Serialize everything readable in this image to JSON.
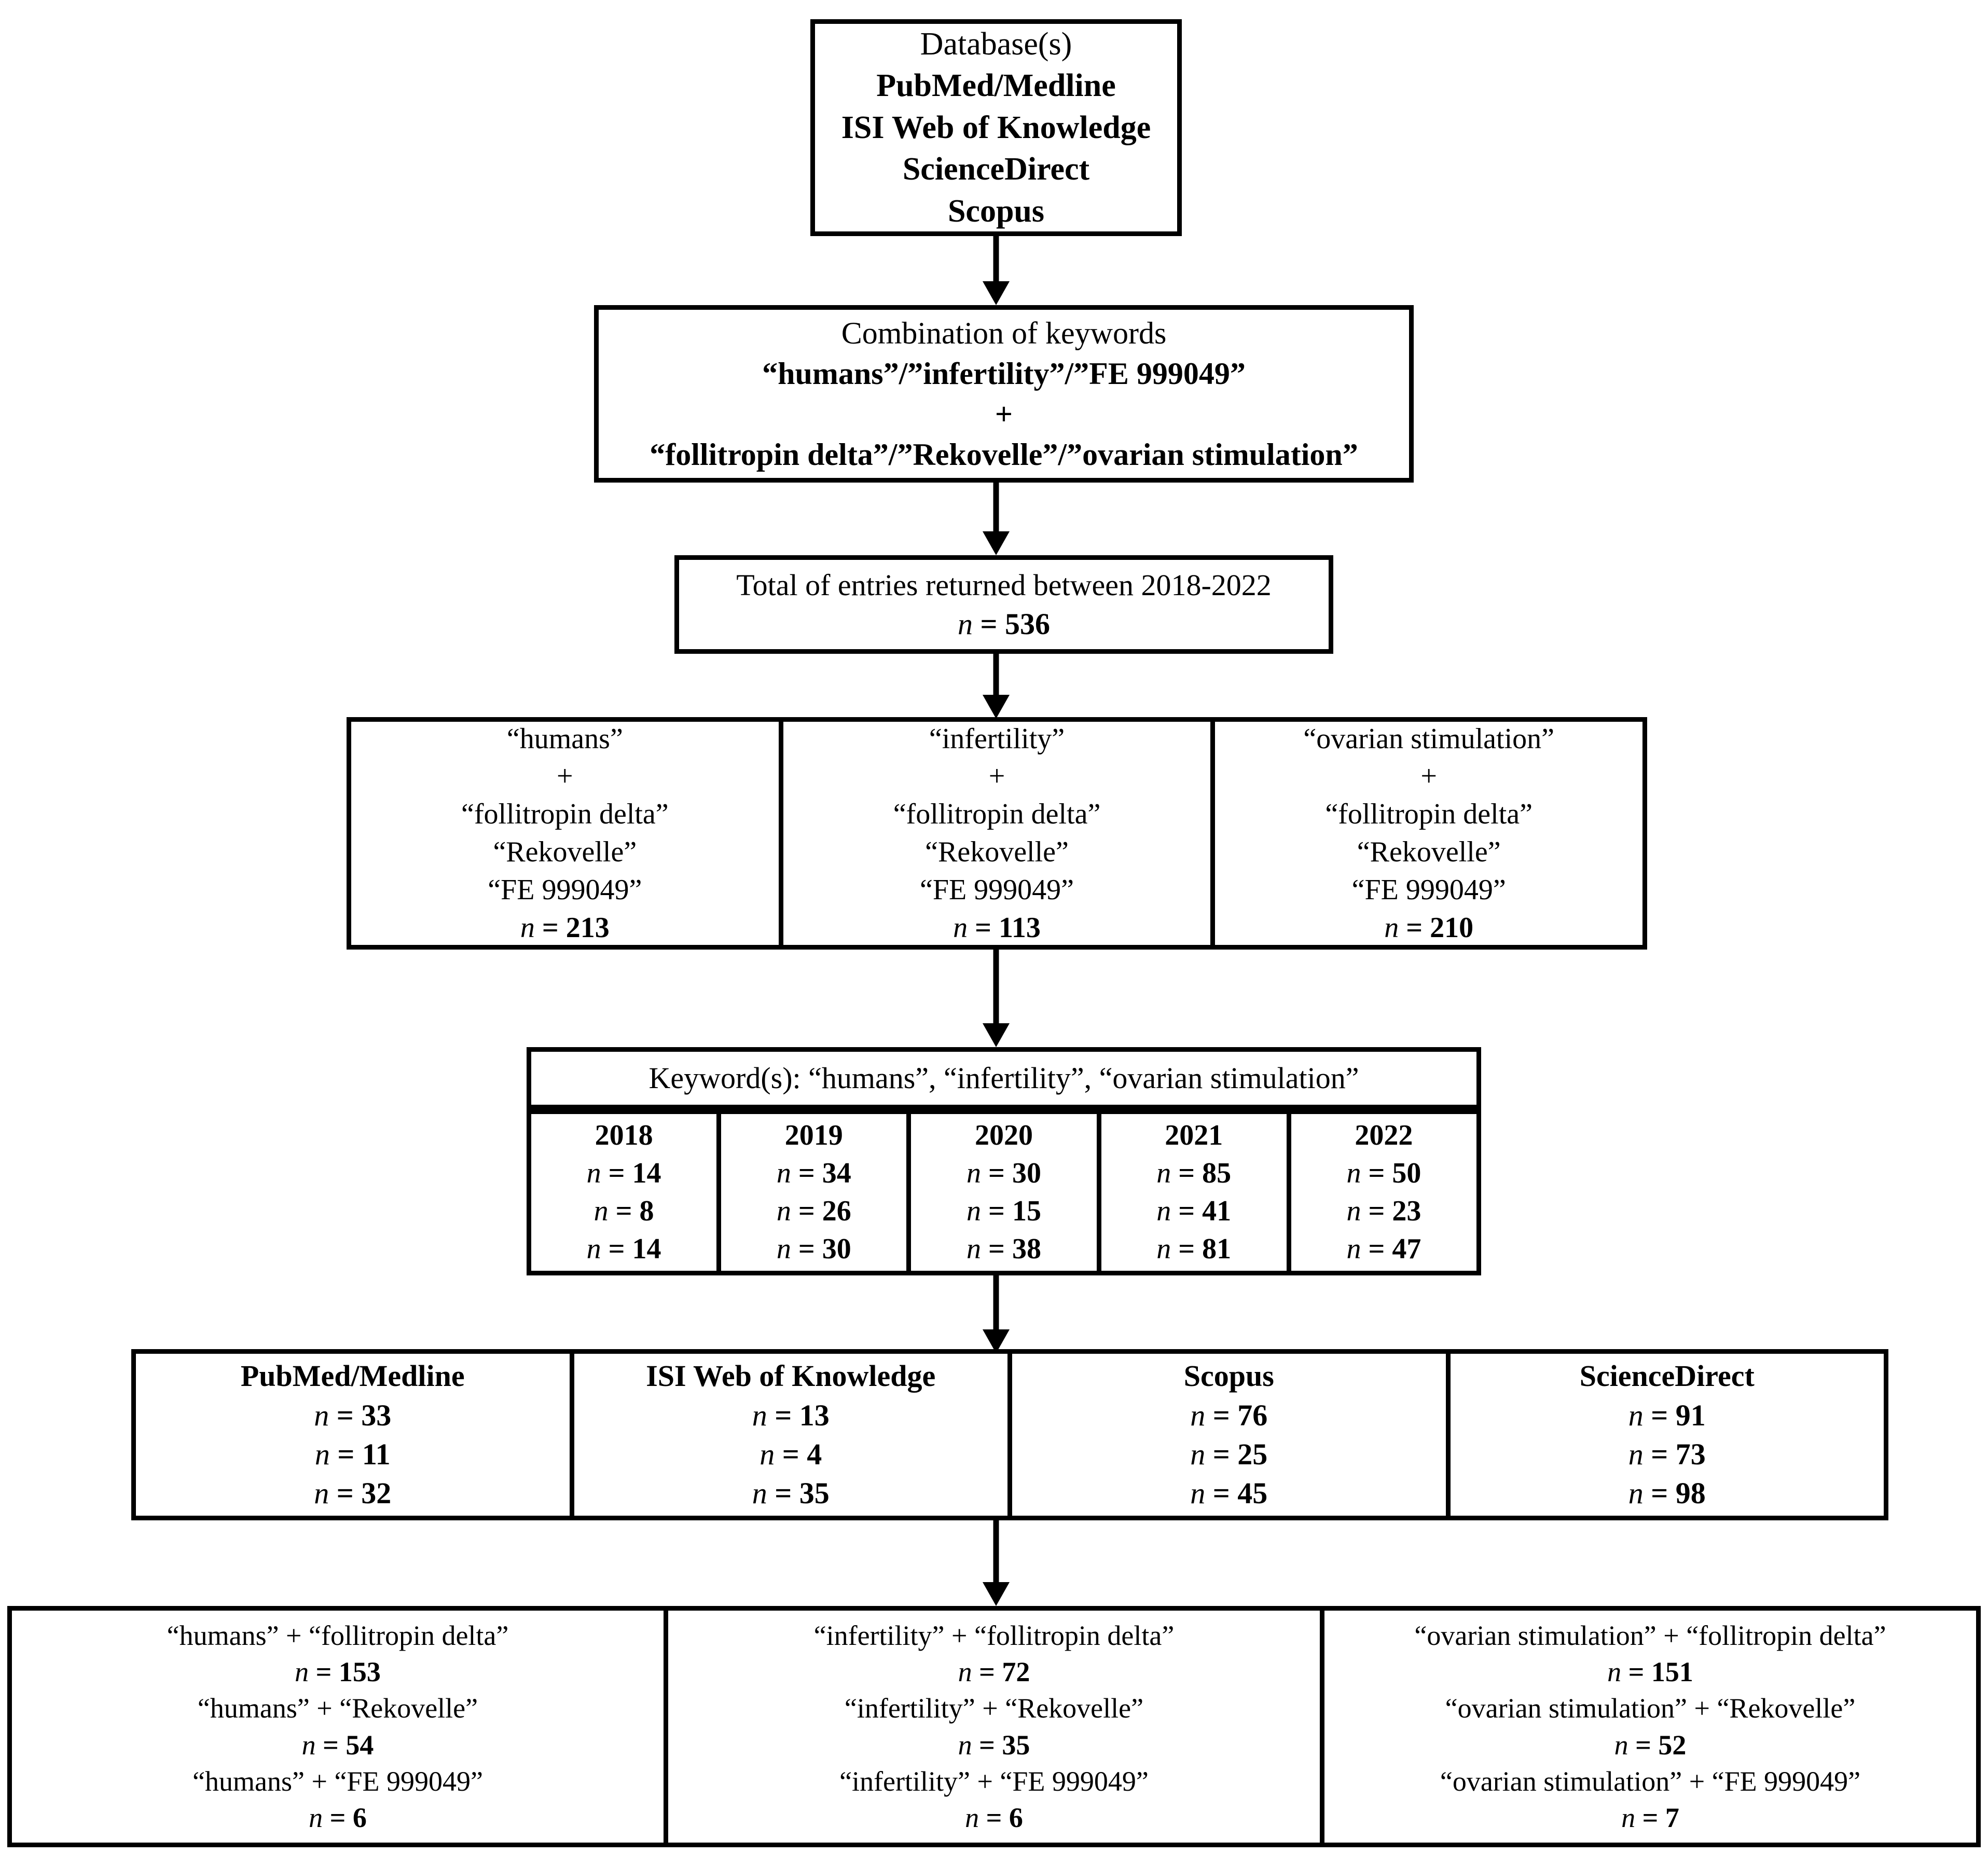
{
  "diagram": {
    "title": "Literature search flow",
    "ink_color": "#000000",
    "background_color": "#ffffff"
  },
  "databases_box": {
    "heading": "Database(s)",
    "items": [
      "PubMed/Medline",
      "ISI Web of Knowledge",
      "ScienceDirect",
      "Scopus"
    ]
  },
  "keywords_box": {
    "heading": "Combination of keywords",
    "line1": "“humans”/”infertility”/”FE 999049”",
    "plus": "+",
    "line2": "“follitropin delta”/”Rekovelle”/”ovarian stimulation”"
  },
  "total_box": {
    "heading": "Total of entries returned between 2018-2022",
    "n_label": "n",
    "n_value": "536",
    "n_text": "n = 536"
  },
  "triple_keyword_row": {
    "columns": [
      {
        "keyword": "“humans”",
        "plus": "+",
        "terms": [
          "“follitropin delta”",
          "“Rekovelle”",
          "“FE 999049”"
        ],
        "n_text": "n = 213",
        "n_value": "213"
      },
      {
        "keyword": "“infertility”",
        "plus": "+",
        "terms": [
          "“follitropin delta”",
          "“Rekovelle”",
          "“FE 999049”"
        ],
        "n_text": "n = 113",
        "n_value": "113"
      },
      {
        "keyword": "“ovarian stimulation”",
        "plus": "+",
        "terms": [
          "“follitropin delta”",
          "“Rekovelle”",
          "“FE 999049”"
        ],
        "n_text": "n = 210",
        "n_value": "210"
      }
    ]
  },
  "year_table": {
    "header": "Keyword(s): “humans”, “infertility”, “ovarian stimulation”",
    "columns": [
      {
        "year": "2018",
        "rows": [
          "n = 14",
          "n = 8",
          "n = 14"
        ],
        "values": [
          14,
          8,
          14
        ]
      },
      {
        "year": "2019",
        "rows": [
          "n = 34",
          "n = 26",
          "n = 30"
        ],
        "values": [
          34,
          26,
          30
        ]
      },
      {
        "year": "2020",
        "rows": [
          "n = 30",
          "n = 15",
          "n = 38"
        ],
        "values": [
          30,
          15,
          38
        ]
      },
      {
        "year": "2021",
        "rows": [
          "n = 85",
          "n = 41",
          "n = 81"
        ],
        "values": [
          85,
          41,
          81
        ]
      },
      {
        "year": "2022",
        "rows": [
          "n = 50",
          "n = 23",
          "n = 47"
        ],
        "values": [
          50,
          23,
          47
        ]
      }
    ]
  },
  "database_row": {
    "columns": [
      {
        "name": "PubMed/Medline",
        "rows": [
          "n = 33",
          "n = 11",
          "n = 32"
        ],
        "values": [
          33,
          11,
          32
        ]
      },
      {
        "name": "ISI Web of Knowledge",
        "rows": [
          "n = 13",
          "n = 4",
          "n = 35"
        ],
        "values": [
          13,
          4,
          35
        ]
      },
      {
        "name": "Scopus",
        "rows": [
          "n = 76",
          "n = 25",
          "n = 45"
        ],
        "values": [
          76,
          25,
          45
        ]
      },
      {
        "name": "ScienceDirect",
        "rows": [
          "n = 91",
          "n = 73",
          "n = 98"
        ],
        "values": [
          91,
          73,
          98
        ]
      }
    ]
  },
  "bottom_row": {
    "columns": [
      {
        "pairs": [
          {
            "label": "“humans” + “follitropin delta”",
            "n_text": "n = 153",
            "n_value": "153"
          },
          {
            "label": "“humans” + “Rekovelle”",
            "n_text": "n = 54",
            "n_value": "54"
          },
          {
            "label": "“humans” + “FE 999049”",
            "n_text": "n = 6",
            "n_value": "6"
          }
        ]
      },
      {
        "pairs": [
          {
            "label": "“infertility” + “follitropin delta”",
            "n_text": "n = 72",
            "n_value": "72"
          },
          {
            "label": "“infertility” + “Rekovelle”",
            "n_text": "n = 35",
            "n_value": "35"
          },
          {
            "label": "“infertility” + “FE 999049”",
            "n_text": "n = 6",
            "n_value": "6"
          }
        ]
      },
      {
        "pairs": [
          {
            "label": "“ovarian stimulation” + “follitropin delta”",
            "n_text": "n = 151",
            "n_value": "151"
          },
          {
            "label": "“ovarian stimulation” + “Rekovelle”",
            "n_text": "n = 52",
            "n_value": "52"
          },
          {
            "label": "“ovarian stimulation” + “FE 999049”",
            "n_text": "n = 7",
            "n_value": "7"
          }
        ]
      }
    ]
  }
}
